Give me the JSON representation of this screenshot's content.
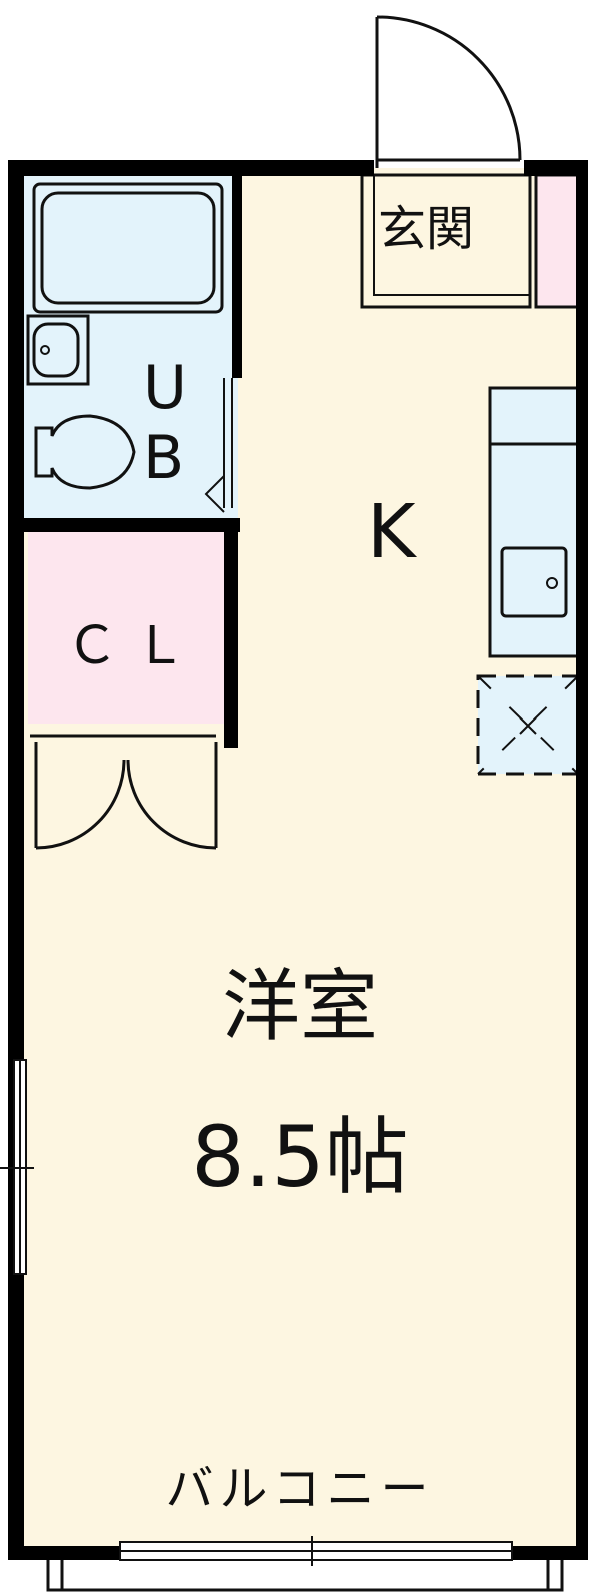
{
  "rooms": {
    "entrance": "玄関",
    "bath_letter_1": "U",
    "bath_letter_2": "B",
    "kitchen": "K",
    "closet": "ＣＬ",
    "main_room": "洋室",
    "main_room_size": "8.5帖",
    "balcony": "バルコニー"
  },
  "colors": {
    "room_floor": "#fdf6e1",
    "wet_area": "#e3f3fb",
    "storage": "#fde6ee",
    "wall": "#000000"
  }
}
